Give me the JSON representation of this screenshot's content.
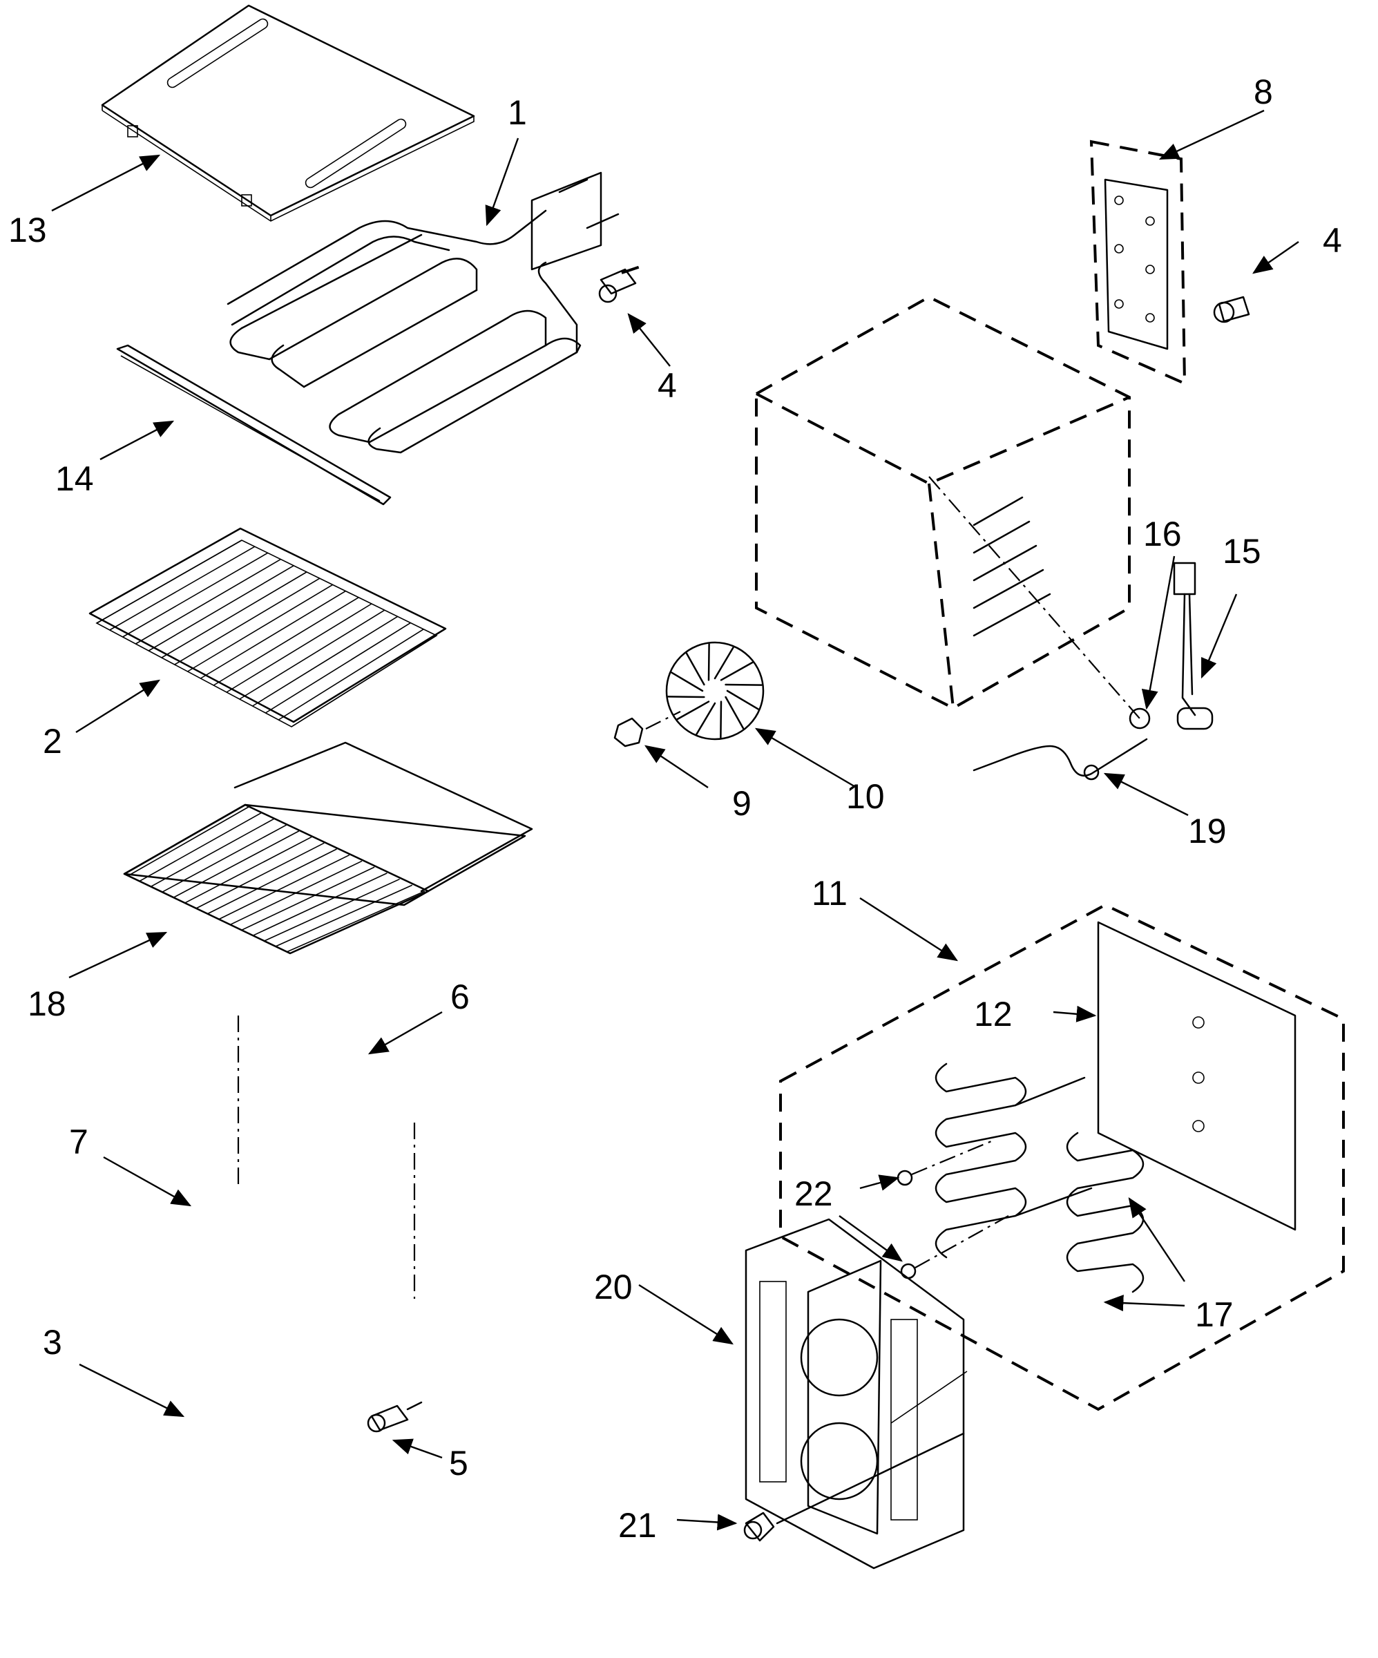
{
  "callouts": {
    "c1": "1",
    "c2": "2",
    "c3": "3",
    "c4a": "4",
    "c4b": "4",
    "c5": "5",
    "c6": "6",
    "c7": "7",
    "c8": "8",
    "c9": "9",
    "c10": "10",
    "c11": "11",
    "c12": "12",
    "c13": "13",
    "c14": "14",
    "c15": "15",
    "c16": "16",
    "c17": "17",
    "c18": "18",
    "c19": "19",
    "c20": "20",
    "c21": "21",
    "c22": "22"
  },
  "colors": {
    "line": "#000000",
    "background": "#ffffff"
  }
}
